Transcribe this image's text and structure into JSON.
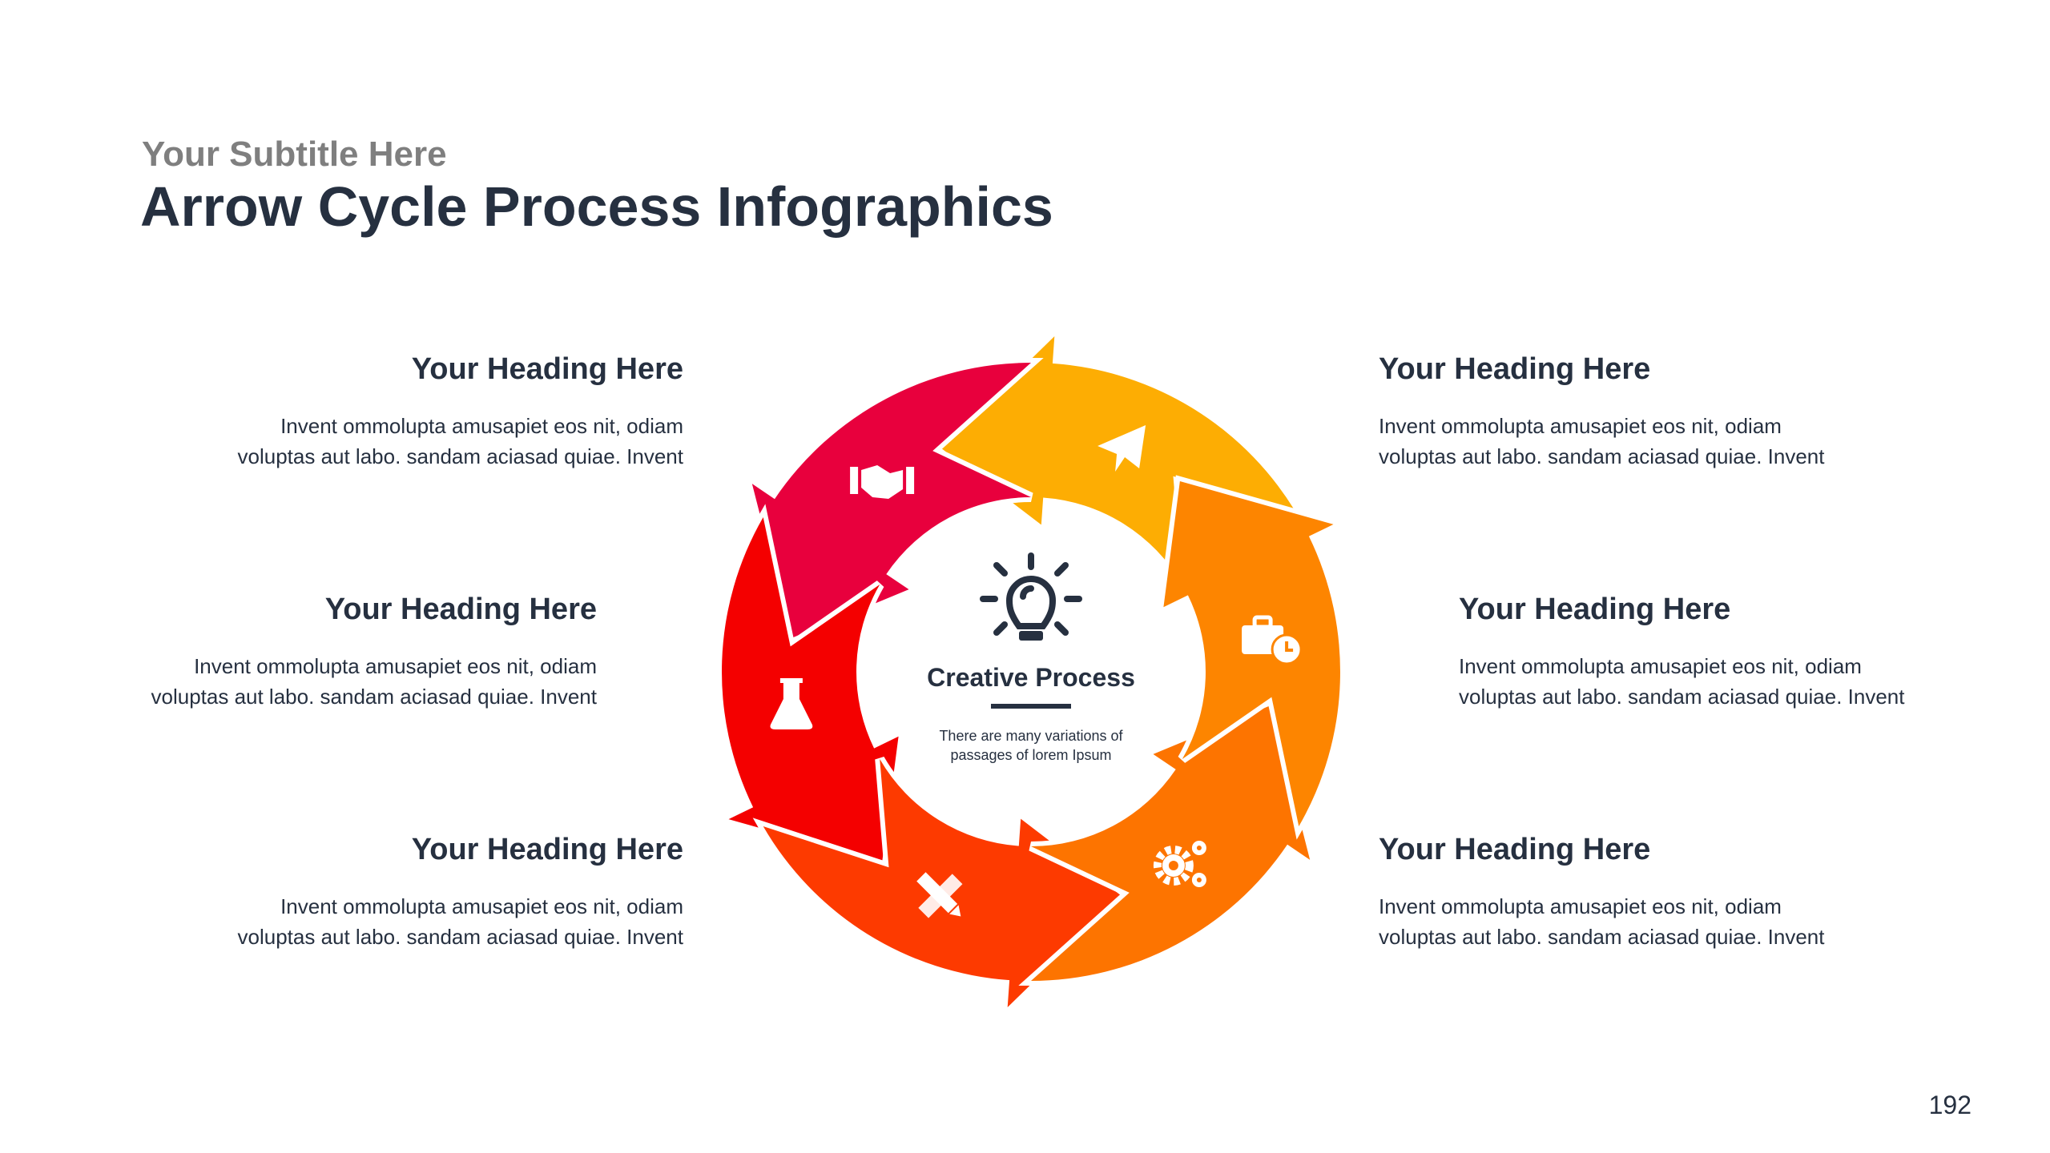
{
  "header": {
    "subtitle": "Your Subtitle Here",
    "title": "Arrow Cycle Process Infographics"
  },
  "center": {
    "icon": "lightbulb-icon",
    "title": "Creative Process",
    "text_line1": "There are many variations of",
    "text_line2": "passages of lorem Ipsum"
  },
  "steps": [
    {
      "heading": "Your Heading Here",
      "line1": "Invent ommolupta amusapiet eos nit, odiam",
      "line2": "voluptas aut labo. sandam aciasad quiae. Invent"
    },
    {
      "heading": "Your Heading Here",
      "line1": "Invent ommolupta amusapiet eos nit, odiam",
      "line2": "voluptas aut labo. sandam aciasad quiae. Invent"
    },
    {
      "heading": "Your Heading Here",
      "line1": "Invent ommolupta amusapiet eos nit, odiam",
      "line2": "voluptas aut labo. sandam aciasad quiae. Invent"
    },
    {
      "heading": "Your Heading Here",
      "line1": "Invent ommolupta amusapiet eos nit, odiam",
      "line2": "voluptas aut labo. sandam aciasad quiae. Invent"
    },
    {
      "heading": "Your Heading Here",
      "line1": "Invent ommolupta amusapiet eos nit, odiam",
      "line2": "voluptas aut labo. sandam aciasad quiae. Invent"
    },
    {
      "heading": "Your Heading Here",
      "line1": "Invent ommolupta amusapiet eos nit, odiam",
      "line2": "voluptas aut labo. sandam aciasad quiae. Invent"
    }
  ],
  "arrows": [
    {
      "color": "#FDAD03",
      "icon": "paper-plane-icon"
    },
    {
      "color": "#E8003D",
      "icon": "handshake-icon"
    },
    {
      "color": "#F40000",
      "icon": "flask-icon"
    },
    {
      "color": "#FD3A00",
      "icon": "pencil-ruler-icon"
    },
    {
      "color": "#FD7400",
      "icon": "gears-icon"
    },
    {
      "color": "#FD8500",
      "icon": "briefcase-clock-icon"
    }
  ],
  "page_number": "192"
}
